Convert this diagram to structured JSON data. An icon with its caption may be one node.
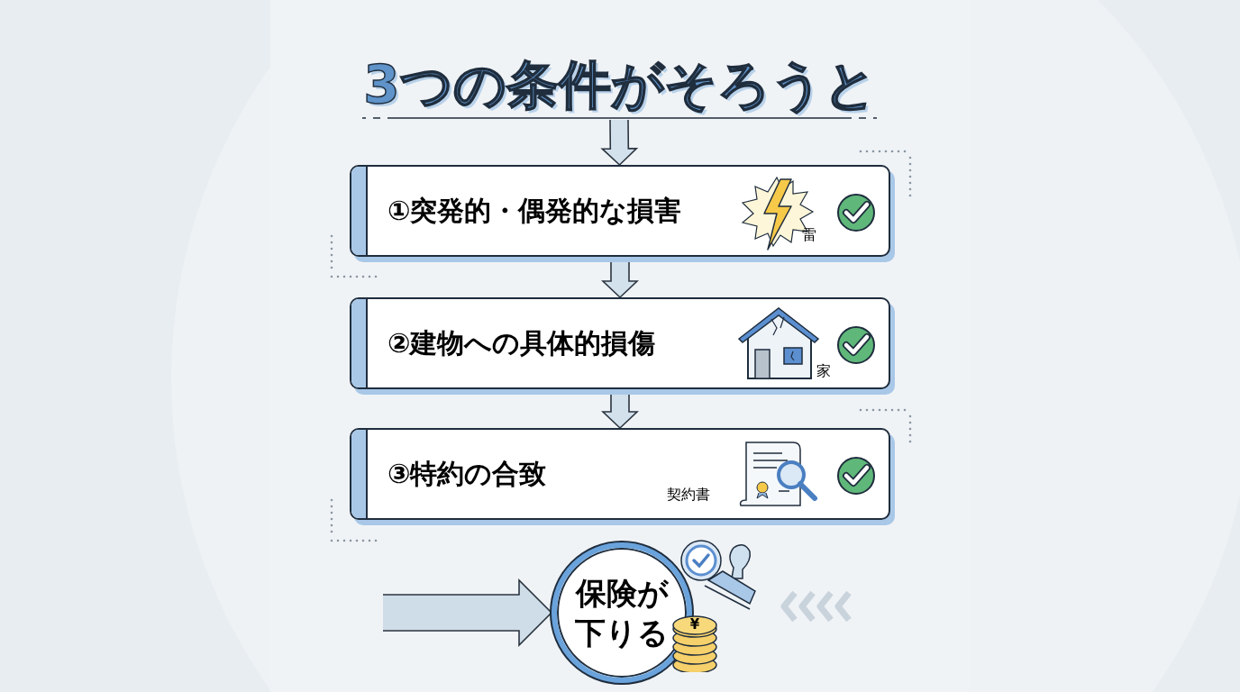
{
  "diagram": {
    "title": "3つの条件がそろうと",
    "nodes": [
      {
        "text": [
          "①突発的・偶発的な損害",
          "雷"
        ]
      },
      {
        "text": [
          "②建物への具体的損傷",
          "家"
        ]
      },
      {
        "text": [
          "③特約の合致",
          "契約書"
        ]
      },
      {
        "text": [
          "保険が下りる"
        ]
      }
    ],
    "edges": [
      {
        "from": null,
        "to": 0,
        "arrow": "to"
      },
      {
        "from": 0,
        "to": 1,
        "arrow": "to"
      },
      {
        "from": 1,
        "to": 2,
        "arrow": "to"
      },
      {
        "from": null,
        "to": 3,
        "arrow": "to",
        "style": "thick"
      }
    ],
    "labels": [
      "¥"
    ]
  }
}
